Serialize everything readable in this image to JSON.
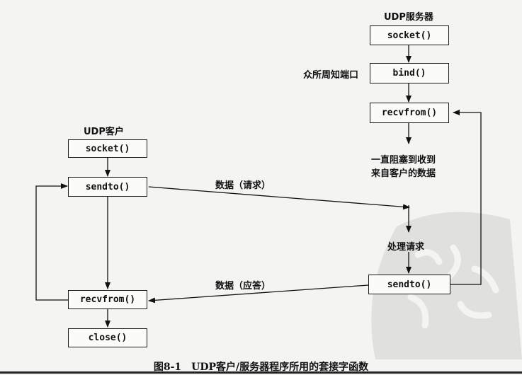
{
  "server": {
    "title": "UDP服务器",
    "socket": "socket()",
    "bind": "bind()",
    "bind_note": "众所周知端口",
    "recvfrom": "recvfrom()",
    "block_line1": "一直阻塞到收到",
    "block_line2": "来自客户的数据",
    "process": "处理请求",
    "sendto": "sendto()"
  },
  "client": {
    "title": "UDP客户",
    "socket": "socket()",
    "sendto": "sendto()",
    "recvfrom": "recvfrom()",
    "close": "close()"
  },
  "messages": {
    "request": "数据（请求）",
    "reply": "数据（应答）"
  },
  "caption": "图8-1　UDP客户/服务器程序所用的套接字函数"
}
